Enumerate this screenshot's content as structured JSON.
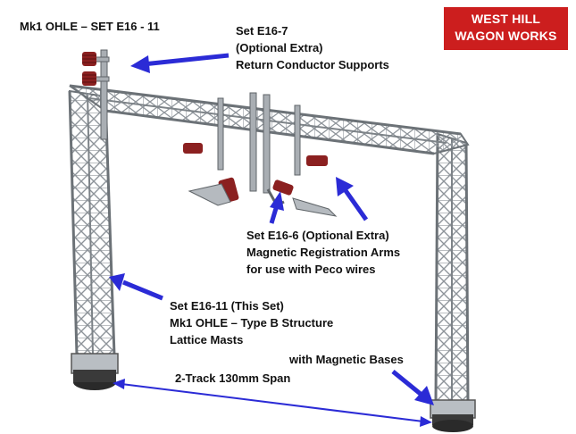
{
  "title": "Mk1 OHLE – SET E16 - 11",
  "brand": {
    "line1": "WEST HILL",
    "line2": "WAGON WORKS",
    "color": "#cc1e1e"
  },
  "callouts": {
    "e16_7": {
      "line1": "Set E16-7",
      "line2": "(Optional Extra)",
      "line3": "Return Conductor Supports"
    },
    "e16_6": {
      "line1": "Set E16-6 (Optional Extra)",
      "line2": "Magnetic Registration Arms",
      "line3": "for use with Peco wires"
    },
    "e16_11": {
      "line1": "Set E16-11 (This Set)",
      "line2": "Mk1 OHLE – Type B Structure",
      "line3": "Lattice Masts"
    },
    "bases": "with Magnetic Bases",
    "span": "2-Track 130mm Span"
  },
  "colors": {
    "arrow": "#2b2bd6",
    "steel": "#9aa0a6",
    "insulator": "#8b2020"
  }
}
